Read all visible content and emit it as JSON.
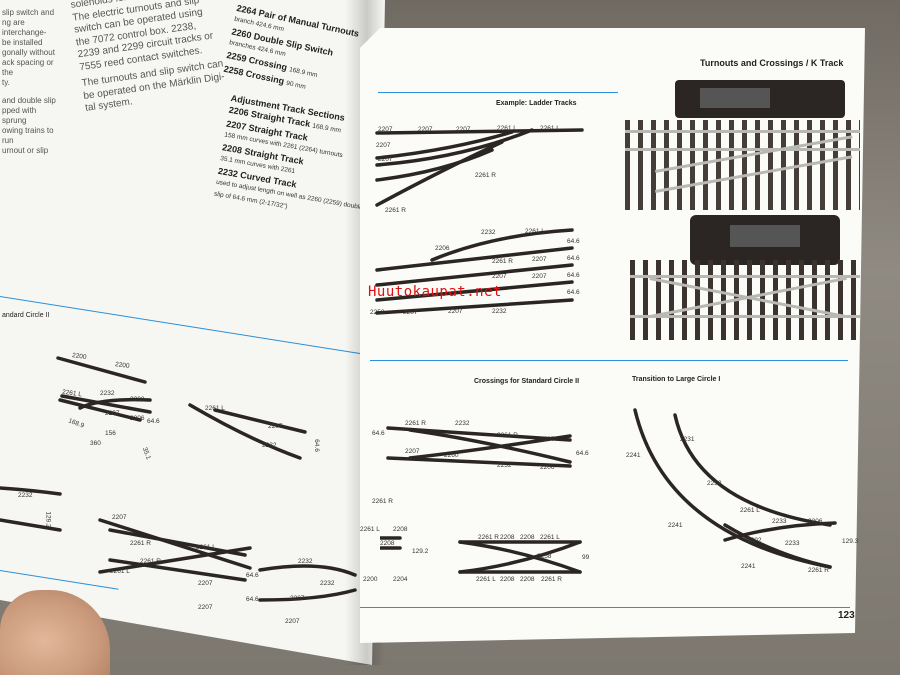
{
  "left_page": {
    "intro_lines": [
      "slip switch and",
      "ng are interchange-",
      "be installed",
      "gonally without",
      "ack spacing or the",
      "ty.",
      "and double slip",
      "pped with sprung",
      "owing trains to run",
      "urnout or slip"
    ],
    "mid_lines": [
      "solenoids for remote control.",
      "The electric turnouts and slip",
      "switch can be operated using",
      "the 7072 control box. 2238,",
      "2239 and 2299 circuit tracks or",
      "7555 reed contact switches.",
      "The turnouts and slip switch can",
      "be operated on the Märklin Digi-",
      "tal system."
    ],
    "catalog": [
      {
        "no": "2264",
        "name": "Pair of Manual Turnouts",
        "desc": "branch 424.6 mm"
      },
      {
        "no": "2260",
        "name": "Double Slip Switch",
        "desc": "branches 424.6 mm"
      },
      {
        "no": "2259",
        "name": "Crossing",
        "desc": "168.9 mm"
      },
      {
        "no": "2258",
        "name": "Crossing",
        "desc": "90 mm"
      }
    ],
    "adjust_title": "Adjustment Track Sections",
    "adjust": [
      {
        "no": "2206",
        "name": "Straight Track",
        "desc": "168.9 mm"
      },
      {
        "no": "2207",
        "name": "Straight Track",
        "desc": "158 mm curves with 2261 (2264) turnouts"
      },
      {
        "no": "2208",
        "name": "Straight Track",
        "desc": "35.1 mm curves with 2261"
      },
      {
        "no": "2232",
        "name": "Curved Track",
        "desc": "used to adjust length on well as 2260 (2259) double slip of 64.6 mm (2-17/32\")"
      }
    ],
    "section_label": "andard Circle II",
    "diagram_labels": [
      "2200",
      "2200",
      "2261 L",
      "2232",
      "2208",
      "2207",
      "2206",
      "64.6",
      "168.9",
      "156",
      "360",
      "35.1",
      "2261 L",
      "2207",
      "2232",
      "64.6",
      "2232",
      "129.2",
      "2207",
      "2261 R",
      "2261 L",
      "2261 R",
      "2261 L",
      "2207",
      "64.6",
      "64.6",
      "2207",
      "2232",
      "2207",
      "2232",
      "2207"
    ]
  },
  "right_page": {
    "header": "Turnouts and Crossings / K Track",
    "ladder_title": "Example: Ladder Tracks",
    "ladder_labels": [
      "2207",
      "2207",
      "2207",
      "2261 L",
      "2261 L",
      "2207",
      "2207",
      "2261 R",
      "2261 R",
      "2232",
      "2261 L",
      "2206",
      "2261 R",
      "2207",
      "2207",
      "2207",
      "2207",
      "2207",
      "2232",
      "2258"
    ],
    "ladder_dims": [
      "64.6",
      "64.6",
      "64.6",
      "64.6"
    ],
    "crossings_title": "Crossings for Standard Circle II",
    "crossings_labels": [
      "2261 R",
      "2232",
      "2261 R",
      "2207",
      "2207",
      "2260",
      "2232",
      "2206",
      "64.6",
      "64.6",
      "2261 R",
      "2261 L",
      "2208",
      "2208",
      "2200",
      "2204",
      "2261 R",
      "2208",
      "2208",
      "2261 L",
      "2258",
      "2261 L",
      "2208",
      "2208",
      "2261 R",
      "129.2",
      "99"
    ],
    "transition_title": "Transition to Large Circle I",
    "transition_labels": [
      "2231",
      "2241",
      "2232",
      "2261 L",
      "2233",
      "2206",
      "2241",
      "2202",
      "2233",
      "2241",
      "2261 R",
      "129.3"
    ],
    "page_number": "123"
  },
  "watermark": "Huutokaupat.net"
}
